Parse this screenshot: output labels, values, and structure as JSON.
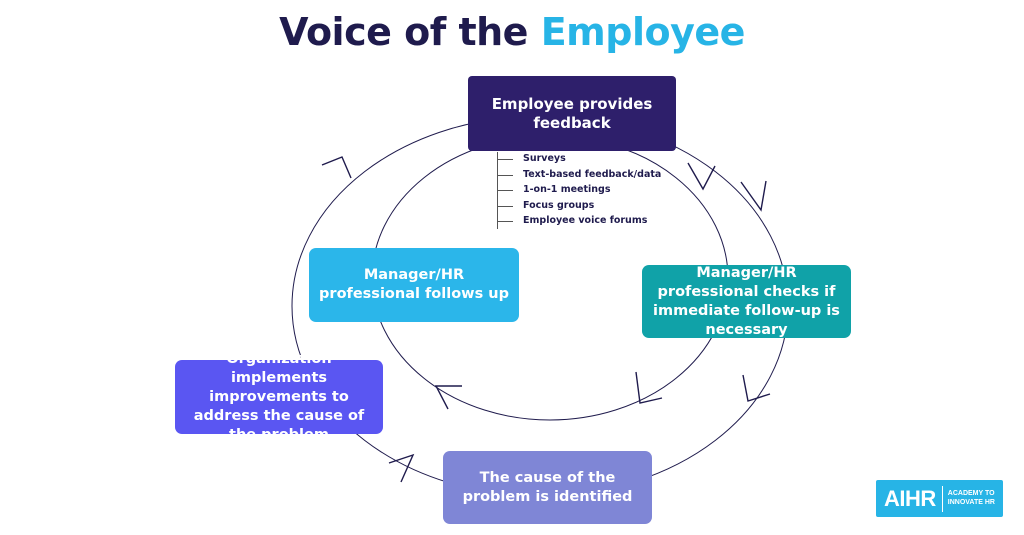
{
  "title": {
    "part1": "Voice of the ",
    "part2": "Employee"
  },
  "steps": {
    "provides": "Employee provides feedback",
    "checks": "Manager/HR professional checks if immediate follow-up is necessary",
    "followup": "Manager/HR professional follows up",
    "organization": "Organization implements improvements to address the cause of the problem",
    "cause": "The cause of the problem is identified"
  },
  "feedback_methods": [
    "Surveys",
    "Text-based feedback/data",
    "1-on-1 meetings",
    "Focus groups",
    "Employee voice forums"
  ],
  "logo": {
    "mark": "AIHR",
    "tagline": "ACADEMY TO INNOVATE HR"
  },
  "colors": {
    "title_dark": "#1f1b4d",
    "title_accent": "#27b4e6",
    "provides": "#2e1f6b",
    "checks": "#10a2a8",
    "followup": "#2bb6ea",
    "organization": "#5a56f2",
    "cause": "#7f86d6",
    "logo_bg": "#27b4e6"
  }
}
